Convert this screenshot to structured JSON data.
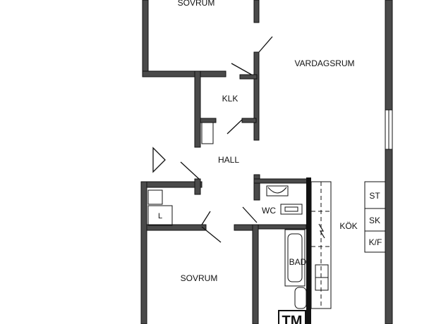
{
  "rooms": {
    "bedroom_top": "SOVRUM",
    "living_room": "VARDAGSRUM",
    "closet": "KLK",
    "hall": "HALL",
    "wc": "WC",
    "kitchen": "KÖK",
    "bath": "BAD",
    "bedroom_bottom": "SOVRUM",
    "storage": "L"
  },
  "appliances": {
    "stove": "ST",
    "cabinet": "SK",
    "fridge_freezer": "K/F",
    "washer": "TM"
  },
  "colors": {
    "wall": "#4a4a4a",
    "outline": "#111111",
    "background": "#ffffff"
  }
}
